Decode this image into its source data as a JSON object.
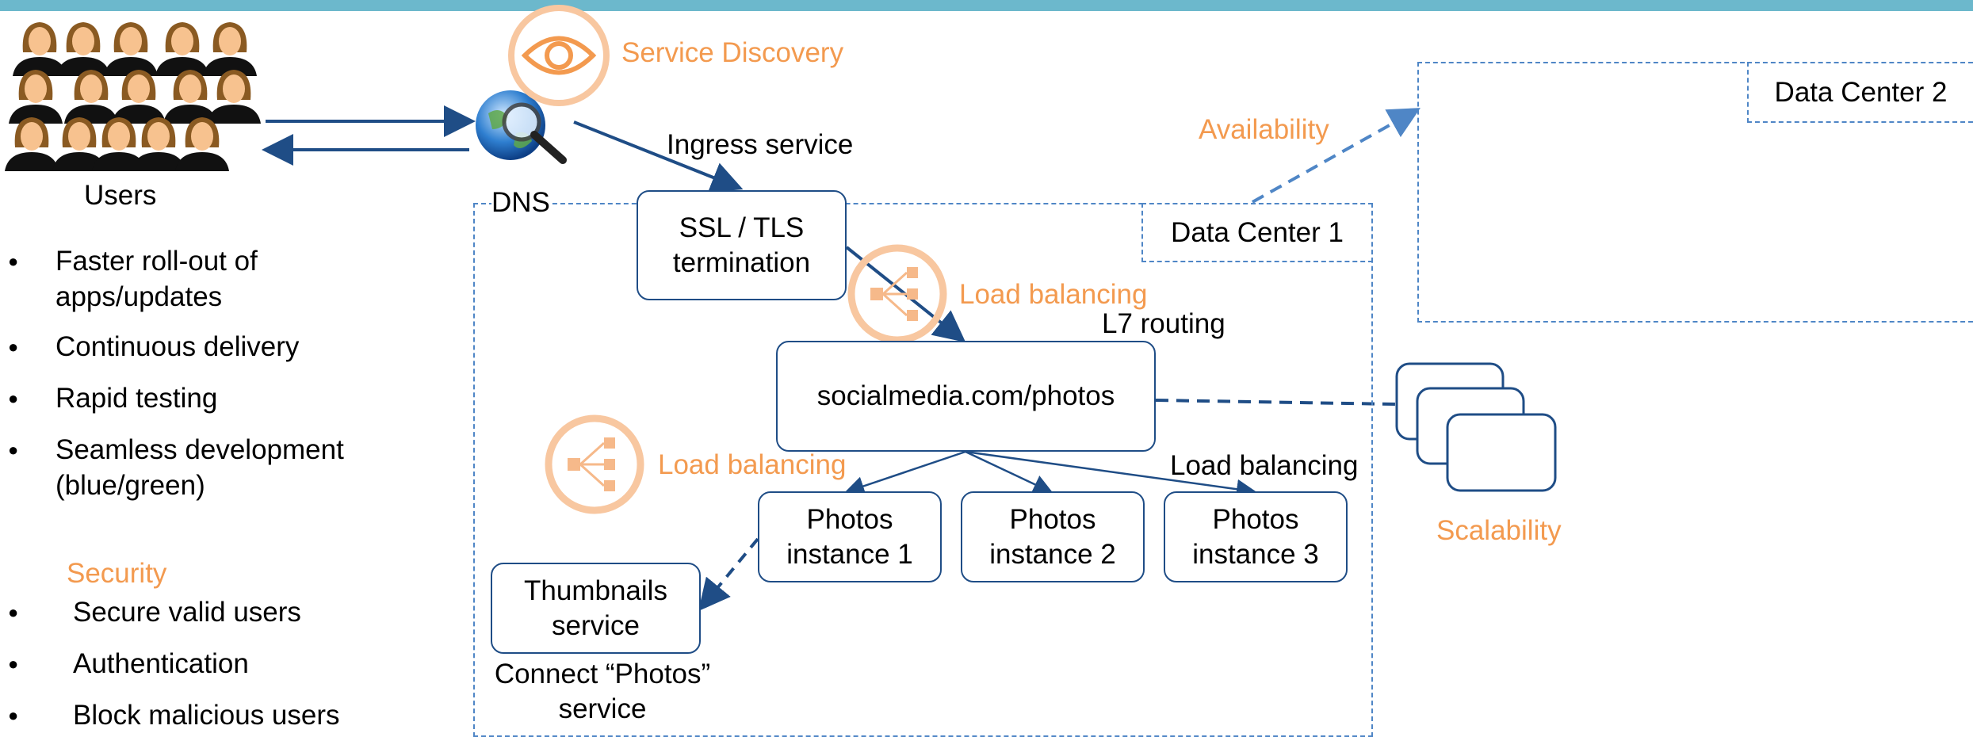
{
  "users_label": "Users",
  "service_discovery": "Service Discovery",
  "ingress_label": "Ingress service",
  "dns_label": "DNS",
  "ssl_box": "SSL / TLS\ntermination",
  "load_balancing_top": "Load balancing",
  "l7_routing": "L7 routing",
  "socialmedia_box": "socialmedia.com/photos",
  "load_balancing_left": "Load balancing",
  "load_balancing_right": "Load balancing",
  "photos": [
    {
      "label": "Photos\ninstance 1"
    },
    {
      "label": "Photos\ninstance 2"
    },
    {
      "label": "Photos\ninstance 3"
    }
  ],
  "thumbnails_box": "Thumbnails\nservice",
  "connect_label": "Connect “Photos”\nservice",
  "availability": "Availability",
  "data_center_1": "Data Center 1",
  "data_center_2": "Data Center 2",
  "scalability": "Scalability",
  "benefits": [
    "Faster roll-out of\napps/updates",
    "Continuous delivery",
    "Rapid testing",
    "Seamless development\n(blue/green)"
  ],
  "security_heading": "Security",
  "security_items": [
    "Secure valid users",
    "Authentication",
    "Block malicious users"
  ],
  "colors": {
    "accent_orange": "#f39a4f",
    "line_blue": "#1f4d86",
    "dashed_blue": "#4f86c6",
    "top_bar": "#6cb8cc"
  },
  "icons": [
    "user-icon",
    "globe-magnifier-icon",
    "eye-icon",
    "load-balancer-icon",
    "stacked-servers-icon"
  ]
}
